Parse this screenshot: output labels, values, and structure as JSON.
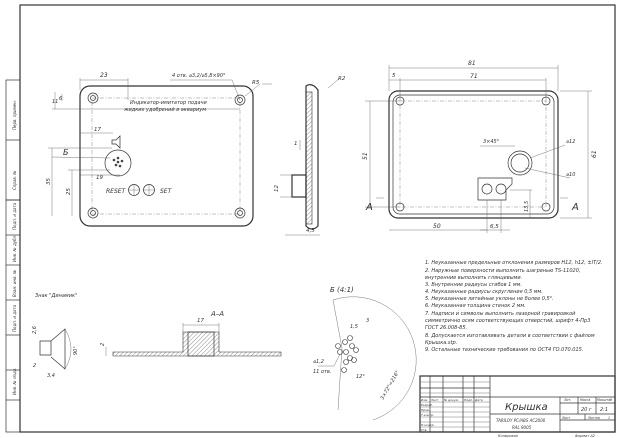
{
  "left_strip": [
    "Перв. примен.",
    "Справ. №",
    "Подп. и дата",
    "Инв. № дубл.",
    "Взам. инв. №",
    "Подп. и дата",
    "Инв. № подл."
  ],
  "front_view": {
    "dim_23": "23",
    "dim_11": "11",
    "dim_6": "6",
    "holes_note": "4 отв. ⌀3,2/⌀5,8×90°",
    "r5": "R5",
    "led_note_1": "Индикатор-имитатор подачи",
    "led_note_2": "жидких удобрений в аквариум",
    "dim_17": "17",
    "dim_19": "19",
    "dim_35": "35",
    "dim_25": "25",
    "detail_mark": "Б",
    "reset": "RESET",
    "set": "SET"
  },
  "side_view": {
    "r2": "R2",
    "dim_1": "1",
    "dim_12": "12",
    "dim_4_5": "4,5"
  },
  "right_view": {
    "dim_81": "81",
    "dim_71": "71",
    "dim_5": "5",
    "dim_51": "51",
    "dim_61": "61",
    "chamfer": "3×45°",
    "d12": "⌀12",
    "d10": "⌀10",
    "dim_13_5": "13,5",
    "dim_50": "50",
    "dim_6_5": "6,5",
    "section_a": "A"
  },
  "sign_view": {
    "title": "Знак \"Динамик\"",
    "dim_2_6": "2,6",
    "dim_2": "2",
    "dim_3_4": "3,4",
    "angle": "90°"
  },
  "section": {
    "title": "А–А",
    "dim_17": "17",
    "dim_2": "2"
  },
  "detail": {
    "title": "Б (4:1)",
    "dim_1_5": "1,5",
    "dim_3": "3",
    "hole": "⌀1,2",
    "holes_count": "11 отв.",
    "angle": "12°",
    "angle2": "3×72°=216°"
  },
  "notes": [
    "1. Неуказанные предельные отклонения размеров H12, h12, ±IT/2.",
    "2. Наружные поверхности выполнить шагренью TS-11020,",
    "внутренние выполнить глянцевыми.",
    "3. Внутренние радиусы сгибов 1 мм.",
    "4. Неуказанные радиусы скругления 0,5 мм.",
    "5. Неуказанные литейные уклоны не более 0,5°.",
    "6. Неуказанная толщина стенок 2 мм.",
    "7. Надписи и символы выполнить лазерной гравировкой",
    "симметрично осям соответствующих отверстий, шрифт 4-Пр3",
    "ГОСТ 26.008-85.",
    "8. Допускается изготавливать детали в соответствии с файлом",
    "Крышка.stp.",
    "9. Остальные технические требования по ОСТ4 ГО.070.015."
  ],
  "title_block": {
    "name": "Крышка",
    "material_1": "TARILOY PC/ABS AC2000",
    "material_2": "RAL 9005",
    "lit": "Лит.",
    "mass_h": "Масса",
    "scale_h": "Масштаб",
    "mass": "20 г",
    "scale": "2:1",
    "sheet": "Лист",
    "sheets": "Листов",
    "sheets_n": "1",
    "rows": [
      "Изм.",
      "Лист",
      "№ докум.",
      "Подп.",
      "Дата"
    ],
    "roles": [
      "Разраб.",
      "Пров.",
      "Т.контр.",
      "Н.контр.",
      "Утв."
    ],
    "copied": "Копировал",
    "format": "Формат   A2"
  }
}
